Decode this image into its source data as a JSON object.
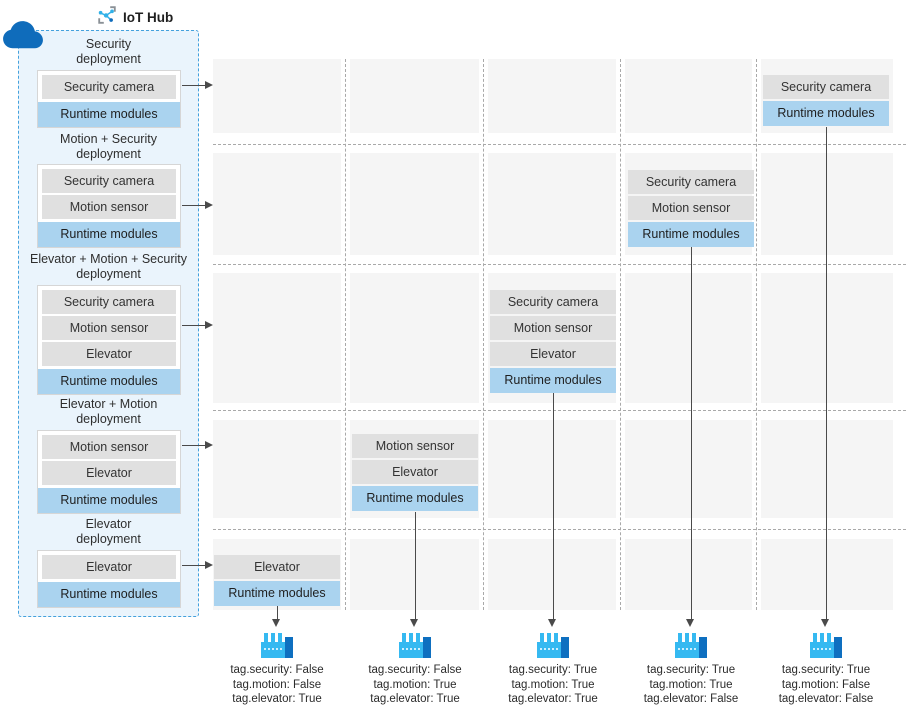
{
  "hub": {
    "label": "IoT Hub",
    "deployments": [
      {
        "title": "Security",
        "subtitle": "deployment",
        "modules": [
          "Security camera"
        ],
        "runtime": "Runtime modules"
      },
      {
        "title": "Motion + Security",
        "subtitle": "deployment",
        "modules": [
          "Security camera",
          "Motion sensor"
        ],
        "runtime": "Runtime modules"
      },
      {
        "title": "Elevator + Motion + Security",
        "subtitle": "deployment",
        "modules": [
          "Security camera",
          "Motion sensor",
          "Elevator"
        ],
        "runtime": "Runtime modules"
      },
      {
        "title": "Elevator + Motion",
        "subtitle": "deployment",
        "modules": [
          "Motion sensor",
          "Elevator"
        ],
        "runtime": "Runtime modules"
      },
      {
        "title": "Elevator",
        "subtitle": "deployment",
        "modules": [
          "Elevator"
        ],
        "runtime": "Runtime modules"
      }
    ]
  },
  "devices": [
    {
      "modules": [
        "Elevator"
      ],
      "runtime": "Runtime modules",
      "tags": [
        "tag.security: False",
        "tag.motion: False",
        "tag.elevator: True"
      ]
    },
    {
      "modules": [
        "Motion sensor",
        "Elevator"
      ],
      "runtime": "Runtime modules",
      "tags": [
        "tag.security: False",
        "tag.motion: True",
        "tag.elevator: True"
      ]
    },
    {
      "modules": [
        "Security camera",
        "Motion sensor",
        "Elevator"
      ],
      "runtime": "Runtime modules",
      "tags": [
        "tag.security: True",
        "tag.motion: True",
        "tag.elevator: True"
      ]
    },
    {
      "modules": [
        "Security camera",
        "Motion sensor"
      ],
      "runtime": "Runtime modules",
      "tags": [
        "tag.security: True",
        "tag.motion: True",
        "tag.elevator: False"
      ]
    },
    {
      "modules": [
        "Security camera"
      ],
      "runtime": "Runtime modules",
      "tags": [
        "tag.security: True",
        "tag.motion: False",
        "tag.elevator: False"
      ]
    }
  ],
  "colors": {
    "module_gray": "#e0e0e0",
    "runtime_blue": "#aad3ef",
    "panel_bg": "#eaf4fc",
    "panel_border": "#44a1dd",
    "band_gray": "#f5f5f5",
    "cloud_blue": "#0f6cbb",
    "factory_light": "#35b9f1",
    "factory_dark": "#0e6fc0",
    "arrow": "#4a4a4a"
  }
}
